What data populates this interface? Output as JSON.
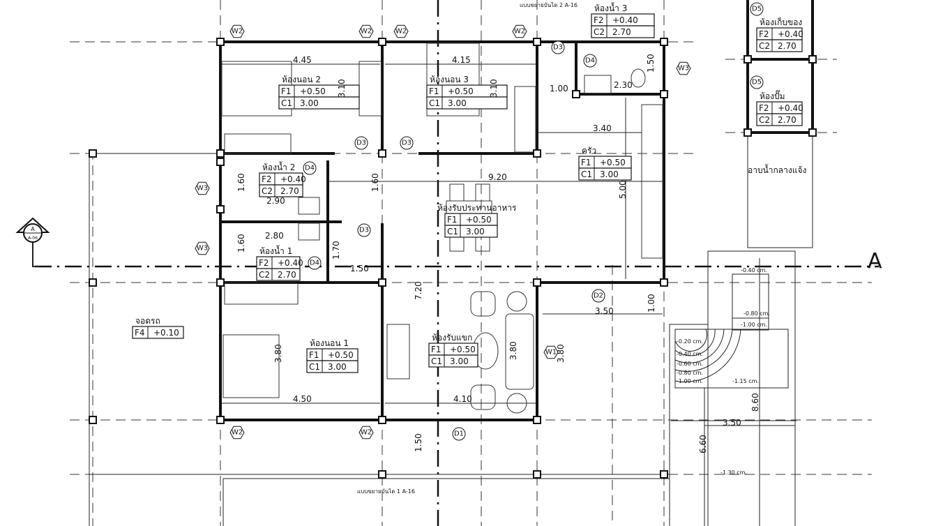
{
  "drawing": {
    "stair_detail_2": "แบบขยายบันได 2 A-16",
    "stair_detail_1": "แบบขยายบันได 1 A-16",
    "section_marker": {
      "letter": "A",
      "sheet": "A-06"
    },
    "section_marker_right": "A"
  },
  "rooms": [
    {
      "name": "ห้องนอน 2",
      "rows": [
        [
          "F1",
          "+0.50"
        ],
        [
          "C1",
          "3.00"
        ]
      ]
    },
    {
      "name": "ห้องนอน 3",
      "rows": [
        [
          "F1",
          "+0.50"
        ],
        [
          "C1",
          "3.00"
        ]
      ]
    },
    {
      "name": "ห้องน้ำ 3",
      "rows": [
        [
          "F2",
          "+0.40"
        ],
        [
          "C2",
          "2.70"
        ]
      ]
    },
    {
      "name": "ห้องเก็บของ",
      "rows": [
        [
          "F2",
          "+0.40"
        ],
        [
          "C2",
          "2.70"
        ]
      ]
    },
    {
      "name": "ห้องปั๊ม",
      "rows": [
        [
          "F2",
          "+0.40"
        ],
        [
          "C2",
          "2.70"
        ]
      ]
    },
    {
      "name": "ครัว",
      "rows": [
        [
          "F1",
          "+0.50"
        ],
        [
          "C1",
          "3.00"
        ]
      ]
    },
    {
      "name": "ห้องน้ำ 2",
      "rows": [
        [
          "F2",
          "+0.40"
        ],
        [
          "C2",
          "2.70"
        ]
      ]
    },
    {
      "name": "ห้องน้ำ 1",
      "rows": [
        [
          "F2",
          "+0.40"
        ],
        [
          "C2",
          "2.70"
        ]
      ]
    },
    {
      "name": "ห้องรับประทานอาหาร",
      "rows": [
        [
          "F1",
          "+0.50"
        ],
        [
          "C1",
          "3.00"
        ]
      ]
    },
    {
      "name": "ห้องรับแขก",
      "rows": [
        [
          "F1",
          "+0.50"
        ],
        [
          "C1",
          "3.00"
        ]
      ]
    },
    {
      "name": "ห้องนอน 1",
      "rows": [
        [
          "F1",
          "+0.50"
        ],
        [
          "C1",
          "3.00"
        ]
      ]
    },
    {
      "name": "จอดรถ",
      "rows": [
        [
          "F4",
          "+0.10"
        ]
      ]
    }
  ],
  "outdoor_bath": "อาบน้ำกลางแจ้ง",
  "dimensions": [
    "4.45",
    "4.15",
    "3.10",
    "3.10",
    "1.00",
    "2.30",
    "1.50",
    "3.40",
    "5.00",
    "9.20",
    "1.60",
    "1.60",
    "1.60",
    "2.90",
    "2.80",
    "1.70",
    "1.50",
    "7.20",
    "3.50",
    "1.00",
    "3.80",
    "3.80",
    "3.80",
    "4.50",
    "4.10",
    "1.50",
    "3.50",
    "8.60",
    "6.60"
  ],
  "levels": [
    "-0.40 cm.",
    "-0.80 cm.",
    "-1.00 cm.",
    "-0.20 cm.",
    "-0.40 cm.",
    "-0.60 cm.",
    "-0.80 cm.",
    "-1.00 cm.",
    "-1.15 cm.",
    "-1.30 cm."
  ],
  "doors": [
    "D3",
    "D3",
    "D3",
    "D3",
    "D4",
    "D4",
    "D4",
    "D2",
    "D1",
    "D5",
    "D5"
  ],
  "windows": [
    "W2",
    "W2",
    "W2",
    "W2",
    "W2",
    "W2",
    "W3",
    "W3",
    "W3",
    "W1"
  ]
}
